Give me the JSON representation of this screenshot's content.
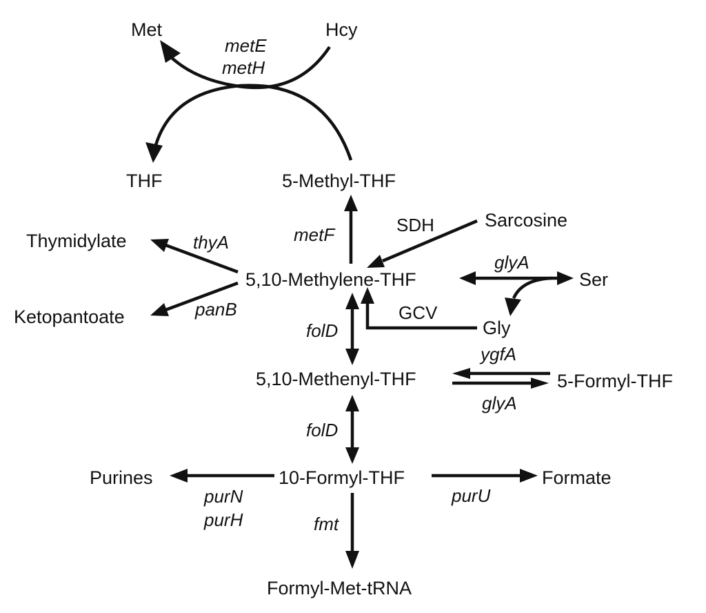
{
  "metabolites": {
    "met": "Met",
    "hcy": "Hcy",
    "thf": "THF",
    "methyl_thf": "5-Methyl-THF",
    "thymidylate": "Thymidylate",
    "ketopantoate": "Ketopantoate",
    "methylene_thf": "5,10-Methylene-THF",
    "sarcosine": "Sarcosine",
    "ser": "Ser",
    "gly": "Gly",
    "methenyl_thf": "5,10-Methenyl-THF",
    "formyl5_thf": "5-Formyl-THF",
    "formyl10_thf": "10-Formyl-THF",
    "purines": "Purines",
    "formate": "Formate",
    "formyl_met_trna": "Formyl-Met-tRNA"
  },
  "enzymes": {
    "metE": "metE",
    "metH": "metH",
    "metF": "metF",
    "thyA": "thyA",
    "panB": "panB",
    "sdh": "SDH",
    "glyA_top": "glyA",
    "gcv": "GCV",
    "folD_top": "folD",
    "ygfA": "ygfA",
    "glyA_bottom": "glyA",
    "folD_bottom": "folD",
    "purN": "purN",
    "purH": "purH",
    "purU": "purU",
    "fmt": "fmt"
  },
  "colors": {
    "ink": "#111111",
    "background": "#ffffff"
  }
}
